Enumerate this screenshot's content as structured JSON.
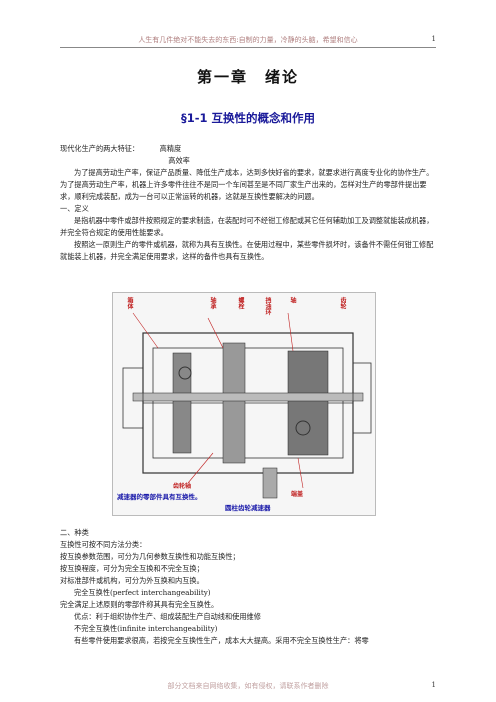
{
  "header": {
    "text": "人生有几件绝对不能失去的东西:自制的力量，冷静的头脑，希望和信心",
    "page": "1"
  },
  "chapter_title": "第一章　绪论",
  "section_title": "§1-1 互换性的概念和作用",
  "intro": {
    "lead": "现代化生产的两大特征：",
    "item1": "高精度",
    "item2": "高效率"
  },
  "paragraphs": [
    "为了提高劳动生产率，保证产品质量、降低生产成本，达到多快好省的要求，就要求进行高度专业化的协作生产。为了提高劳动生产率，机器上许多零件往往不是同一个车间甚至是不同厂家生产出来的，怎样对生产的零部件提出要求，顺利完成装配，成为一台可以正常运转的机器，这就是互换性要解决的问题。",
    "一、定义",
    "是指机器中零件或部件按照规定的要求制造，在装配时可不经钳工修配或其它任何辅助加工及调整就能装成机器，并完全符合规定的使用性能要求。",
    "按照这一原则生产的零件或机器，就称为具有互换性。在使用过程中，某些零件损坏时，该备件不需任何钳工修配就能装上机器，并完全满足使用要求，这样的备件也具有互换性。"
  ],
  "figure": {
    "labels": [
      "箱体",
      "轴承",
      "螺栓",
      "挡油环",
      "轴",
      "齿轮"
    ],
    "bottom_label": "齿轮轴",
    "bottom_label2": "端盖",
    "caption_left": "减速器的零部件具有互换性。",
    "caption_right": "圆柱齿轮减速器"
  },
  "lower": [
    "二、种类",
    "互换性可按不同方法分类：",
    "按互换参数范围，可分为几何参数互换性和功能互换性；",
    "按互换程度，可分为完全互换和不完全互换；",
    "对标准部件或机构，可分为外互换和内互换。",
    "完全互换性(perfect interchangeability)",
    "完全满足上述原则的零部件称其具有完全互换性。",
    "优点：利于组织协作生产、组成装配生产自动线和使用维修",
    "不完全互换性(infinite interchangeability)",
    "有些零件使用要求很高，若按完全互换性生产，成本大大提高。采用不完全互换性生产：将零"
  ],
  "footer": {
    "text": "部分文档来自网络收集，如有侵权，请联系作者删除",
    "page": "1"
  }
}
